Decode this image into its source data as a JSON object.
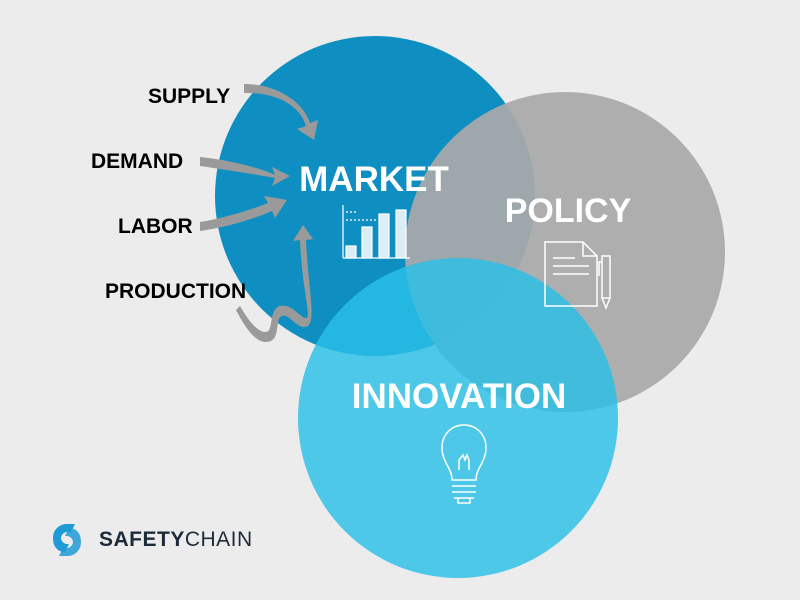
{
  "circles": {
    "market": {
      "label": "MARKET",
      "color": "#0f8fc1",
      "icon": "bar-chart-icon"
    },
    "policy": {
      "label": "POLICY",
      "color": "#a9a9a9",
      "icon": "document-pen-icon"
    },
    "innovation": {
      "label": "INNOVATION",
      "color": "#29c0e8",
      "icon": "lightbulb-icon"
    }
  },
  "factors": [
    {
      "label": "SUPPLY"
    },
    {
      "label": "DEMAND"
    },
    {
      "label": "LABOR"
    },
    {
      "label": "PRODUCTION"
    }
  ],
  "arrow_color": "#9a9a9a",
  "logo": {
    "text_bold": "SAFETY",
    "text_light": "CHAIN",
    "icon": "chain-link-icon",
    "color": "#1e9bd6"
  }
}
